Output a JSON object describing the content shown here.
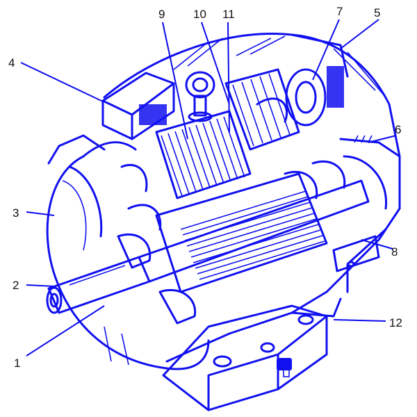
{
  "diagram": {
    "ink_color": "#1010f0",
    "label_color": "#111111",
    "callouts": [
      {
        "id": "c1",
        "label": "1"
      },
      {
        "id": "c2",
        "label": "2"
      },
      {
        "id": "c3",
        "label": "3"
      },
      {
        "id": "c4",
        "label": "4"
      },
      {
        "id": "c5",
        "label": "5"
      },
      {
        "id": "c6",
        "label": "6"
      },
      {
        "id": "c7",
        "label": "7"
      },
      {
        "id": "c8",
        "label": "8"
      },
      {
        "id": "c9",
        "label": "9"
      },
      {
        "id": "c10",
        "label": "10"
      },
      {
        "id": "c11",
        "label": "11"
      },
      {
        "id": "c12",
        "label": "12"
      }
    ]
  }
}
